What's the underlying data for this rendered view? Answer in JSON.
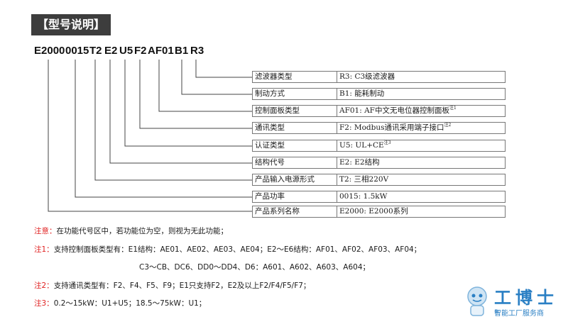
{
  "title": "【型号说明】",
  "code_parts": [
    "E2000",
    "0015",
    "T2",
    "E2",
    "U5",
    "F2",
    "AF01",
    "B1",
    "R3"
  ],
  "rows": [
    {
      "key": "滤波器类型",
      "value": "R3: C3级滤波器",
      "note": ""
    },
    {
      "key": "制动方式",
      "value": "B1: 能耗制动",
      "note": ""
    },
    {
      "key": "控制面板类型",
      "value": "AF01: AF中文无电位器控制面板",
      "note": "注1"
    },
    {
      "key": "通讯类型",
      "value": "F2: Modbus通讯采用端子接口",
      "note": "注2"
    },
    {
      "key": "认证类型",
      "value": "U5: UL+CE",
      "note": "注3"
    },
    {
      "key": "结构代号",
      "value": "E2: E2结构",
      "note": ""
    },
    {
      "key": "产品输入电源形式",
      "value": "T2: 三相220V",
      "note": ""
    },
    {
      "key": "产品功率",
      "value": "0015: 1.5kW",
      "note": ""
    },
    {
      "key": "产品系列名称",
      "value": "E2000: E2000系列",
      "note": ""
    }
  ],
  "notes": [
    {
      "label": "注意：",
      "text": "在功能代号区中，若功能位为空，则视为无此功能；"
    },
    {
      "label": "注1：",
      "text": "支持控制面板类型有：E1结构：AE01、AE02、AE03、AE04；E2～E6结构：AF01、AF02、AF03、AF04；"
    },
    {
      "label": "",
      "text": "C3～CB、DC6、DD0～DD4、D6：A601、A602、A603、A604；"
    },
    {
      "label": "注2：",
      "text": "支持通讯类型有：F2、F4、F5、F9；E1只支持F2，E2及以上F2/F4/F5/F7；"
    },
    {
      "label": "注3：",
      "text": "0.2～15kW：U1+U5；18.5～75kW：U1；"
    }
  ],
  "logo": {
    "name": "工博士",
    "tagline": "智能工厂服务商",
    "mark": "®"
  },
  "colors": {
    "title_bg": "#3d3d3d",
    "note_red": "#e02020",
    "logo_blue": "#2a7fc4"
  }
}
